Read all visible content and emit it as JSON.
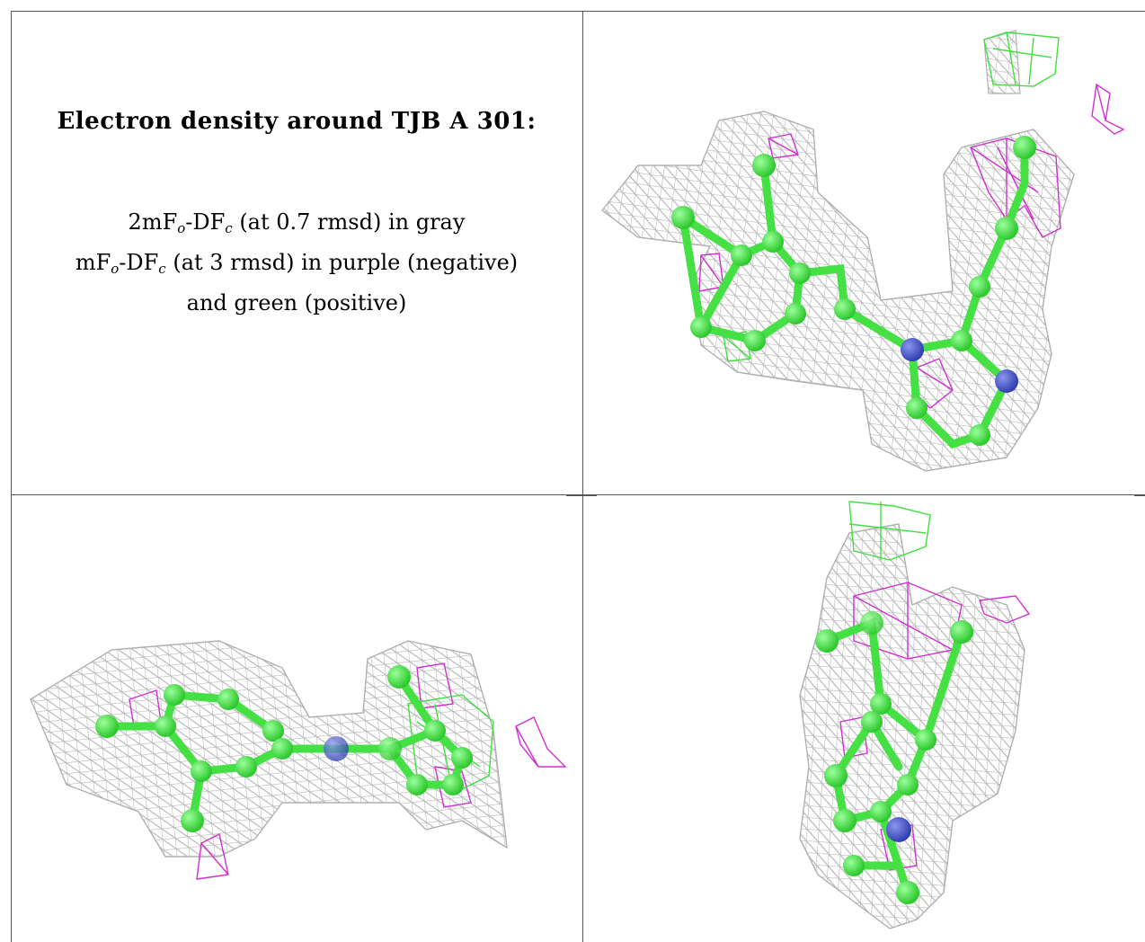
{
  "legend": {
    "title": "Electron density around TJB A 301:",
    "line1": {
      "a": "2mF",
      "a_sub": "o",
      "b": "-DF",
      "b_sub": "c",
      "rest": " (at 0.7 rmsd) in gray"
    },
    "line2": {
      "a": "mF",
      "a_sub": "o",
      "b": "-DF",
      "b_sub": "c",
      "rest": " (at 3 rmsd) in purple (negative)"
    },
    "line3": "and green (positive)"
  },
  "colors": {
    "density_2fofc": "#b8b8b8",
    "negative": "#d030d0",
    "positive": "#40e040",
    "carbon": "#44e044",
    "nitrogen": "#4a5acc",
    "border": "#555555"
  },
  "views": [
    {
      "name": "view-top-right"
    },
    {
      "name": "view-bottom-left"
    },
    {
      "name": "view-bottom-right"
    }
  ]
}
